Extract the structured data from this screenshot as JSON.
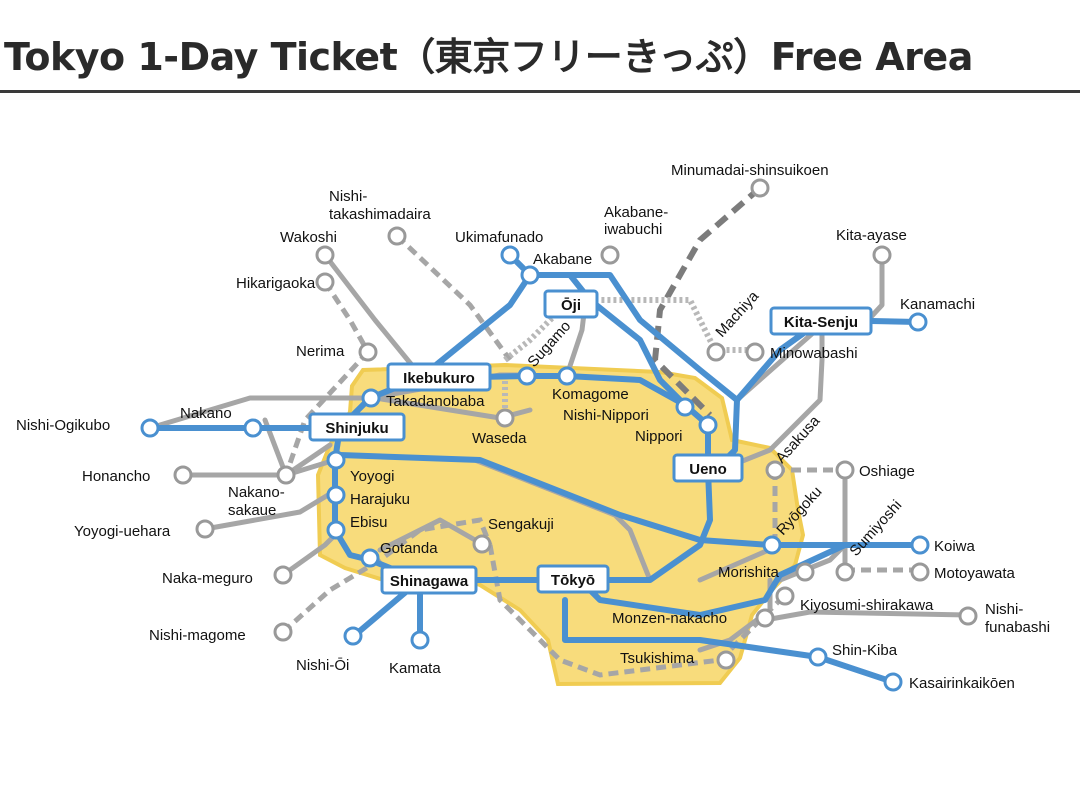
{
  "header": {
    "title": "Tokyo 1-Day Ticket（東京フリーきっぷ）Free Area"
  },
  "map": {
    "area_color": "#f8dc7c",
    "jr_line_color": "#4a90d0",
    "other_line_color": "#a6a6a6",
    "major_stations": [
      "Ikebukuro",
      "Shinjuku",
      "Ōji",
      "Kita-Senju",
      "Ueno",
      "Shinagawa",
      "Tōkyō"
    ],
    "stations": {
      "minumadai": "Minumadai-shinsuikoen",
      "nishi_takashimadaira": [
        "Nishi-",
        "takashimadaira"
      ],
      "akabane_iwabuchi": [
        "Akabane-",
        "iwabuchi"
      ],
      "ukimafunado": "Ukimafunado",
      "akabane": "Akabane",
      "wakoshi": "Wakoshi",
      "kita_ayase": "Kita-ayase",
      "hikarigaoka": "Hikarigaoka",
      "kanamachi": "Kanamachi",
      "machiya": "Machiya",
      "nerima": "Nerima",
      "minowabashi": "Minowabashi",
      "sugamo": "Sugamo",
      "nakano": "Nakano",
      "takadanobaba": "Takadanobaba",
      "komagome": "Komagome",
      "nishi_ogikubo": "Nishi-Ogikubo",
      "nishi_nippori": "Nishi-Nippori",
      "waseda": "Waseda",
      "nippori": "Nippori",
      "asakusa": "Asakusa",
      "oshiage": "Oshiage",
      "honancho": "Honancho",
      "yoyogi": "Yoyogi",
      "nakano_sakaue": [
        "Nakano-",
        "sakaue"
      ],
      "harajuku": "Harajuku",
      "sumiyoshi": "Sumiyoshi",
      "ryogoku": "Ryōgoku",
      "ebisu": "Ebisu",
      "yoyogi_uehara": "Yoyogi-uehara",
      "sengakuji": "Sengakuji",
      "koiwa": "Koiwa",
      "gotanda": "Gotanda",
      "morishita": "Morishita",
      "motoyawata": "Motoyawata",
      "naka_meguro": "Naka-meguro",
      "kiyosumi": "Kiyosumi-shirakawa",
      "monzen": "Monzen-nakacho",
      "nishi_funabashi": [
        "Nishi-",
        "funabashi"
      ],
      "nishi_magome": "Nishi-magome",
      "tsukishima": "Tsukishima",
      "shin_kiba": "Shin-Kiba",
      "nishi_oi": "Nishi-Ōi",
      "kamata": "Kamata",
      "kasai": "Kasairinkaikōen"
    }
  }
}
